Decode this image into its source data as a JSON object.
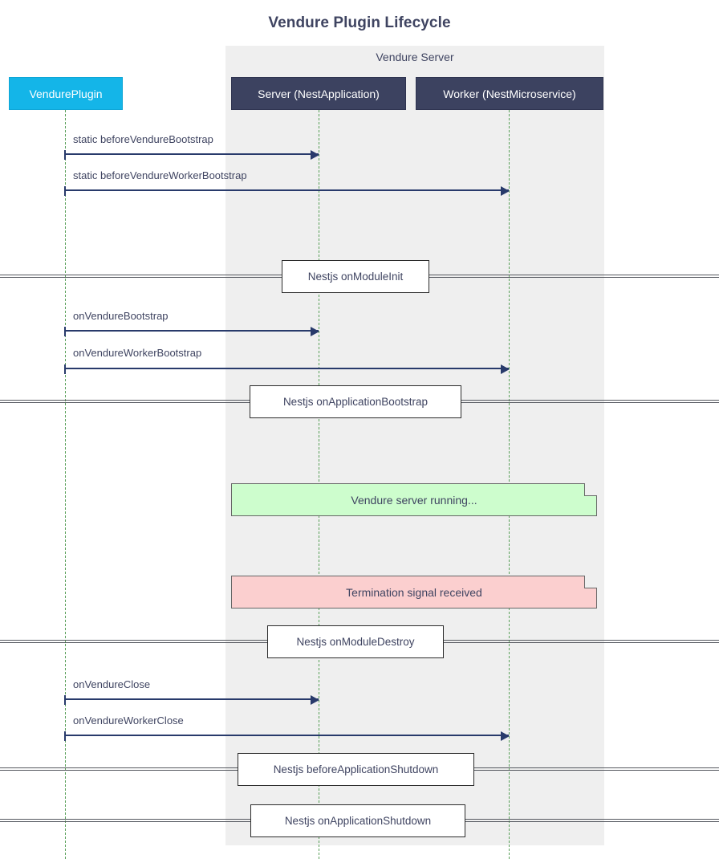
{
  "title": "Vendure Plugin Lifecycle",
  "group": {
    "label": "Vendure Server"
  },
  "participants": [
    {
      "id": "plugin",
      "label": "VendurePlugin",
      "color": "#14b5e8"
    },
    {
      "id": "server",
      "label": "Server (NestApplication)",
      "color": "#3c4260"
    },
    {
      "id": "worker",
      "label": "Worker (NestMicroservice)",
      "color": "#3c4260"
    }
  ],
  "messages": [
    {
      "label": "static beforeVendureBootstrap",
      "from": "plugin",
      "to": "server"
    },
    {
      "label": "static beforeVendureWorkerBootstrap",
      "from": "plugin",
      "to": "worker"
    },
    {
      "label": "onVendureBootstrap",
      "from": "plugin",
      "to": "server"
    },
    {
      "label": "onVendureWorkerBootstrap",
      "from": "plugin",
      "to": "worker"
    },
    {
      "label": "onVendureClose",
      "from": "plugin",
      "to": "server"
    },
    {
      "label": "onVendureWorkerClose",
      "from": "plugin",
      "to": "worker"
    }
  ],
  "dividers": [
    {
      "label": "Nestjs onModuleInit"
    },
    {
      "label": "Nestjs onApplicationBootstrap"
    },
    {
      "label": "Nestjs onModuleDestroy"
    },
    {
      "label": "Nestjs beforeApplicationShutdown"
    },
    {
      "label": "Nestjs onApplicationShutdown"
    }
  ],
  "notes": [
    {
      "label": "Vendure server running...",
      "color": "#cdfdcd"
    },
    {
      "label": "Termination signal received",
      "color": "#fbcfcf"
    }
  ],
  "colors": {
    "plugin_fill": "#14b5e8",
    "participant_fill": "#3c4260",
    "group_fill": "#efefef",
    "arrow": "#283a6b",
    "lifeline": "#5aa05a",
    "text": "#3f4461",
    "note_green": "#cdfdcd",
    "note_red": "#fbcfcf"
  }
}
